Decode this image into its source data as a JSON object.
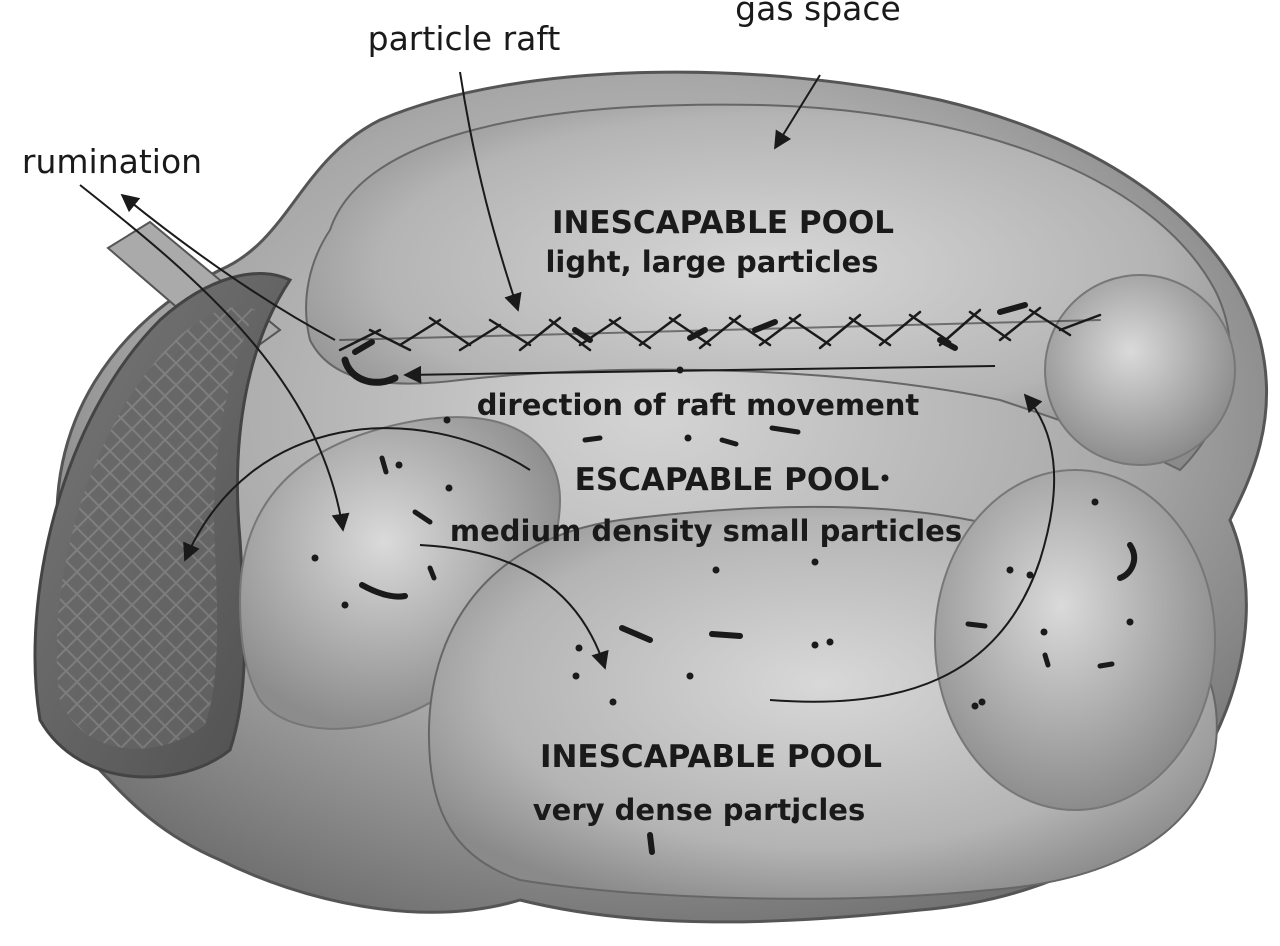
{
  "labels": {
    "gas_space": "gas space",
    "particle_raft": "particle raft",
    "rumination": "rumination",
    "top_pool_title": "INESCAPABLE POOL",
    "top_pool_desc": "light, large particles",
    "raft_direction": "direction of raft movement",
    "middle_pool_title": "ESCAPABLE POOL",
    "middle_pool_desc": "medium density small particles",
    "bottom_pool_title": "INESCAPABLE POOL",
    "bottom_pool_desc": "very dense particles"
  },
  "colors": {
    "background": "#ffffff",
    "tissue_light": "#cfcfcf",
    "tissue_mid": "#9a9a9a",
    "tissue_dark": "#5e5e5e",
    "ink": "#1a1a1a"
  }
}
